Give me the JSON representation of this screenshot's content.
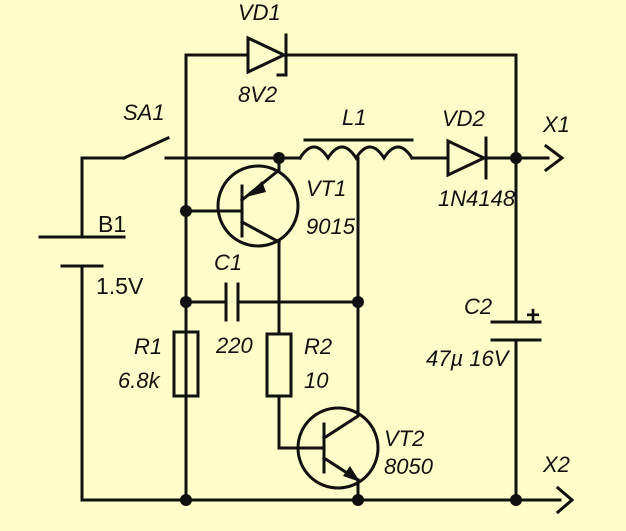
{
  "components": {
    "vd1": {
      "ref": "VD1",
      "value": "8V2"
    },
    "vd2": {
      "ref": "VD2",
      "value": "1N4148"
    },
    "sa1": {
      "ref": "SA1"
    },
    "l1": {
      "ref": "L1"
    },
    "b1": {
      "ref": "B1",
      "value": "1.5V"
    },
    "vt1": {
      "ref": "VT1",
      "value": "9015"
    },
    "vt2": {
      "ref": "VT2",
      "value": "8050"
    },
    "c1": {
      "ref": "C1",
      "value": "220"
    },
    "c2": {
      "ref": "C2",
      "value": "47µ 16V",
      "polarity": "+"
    },
    "r1": {
      "ref": "R1",
      "value": "6.8k"
    },
    "r2": {
      "ref": "R2",
      "value": "10"
    }
  },
  "terminals": {
    "x1": "X1",
    "x2": "X2"
  },
  "colors": {
    "background": "#fdfdc9",
    "ink": "#111111"
  }
}
